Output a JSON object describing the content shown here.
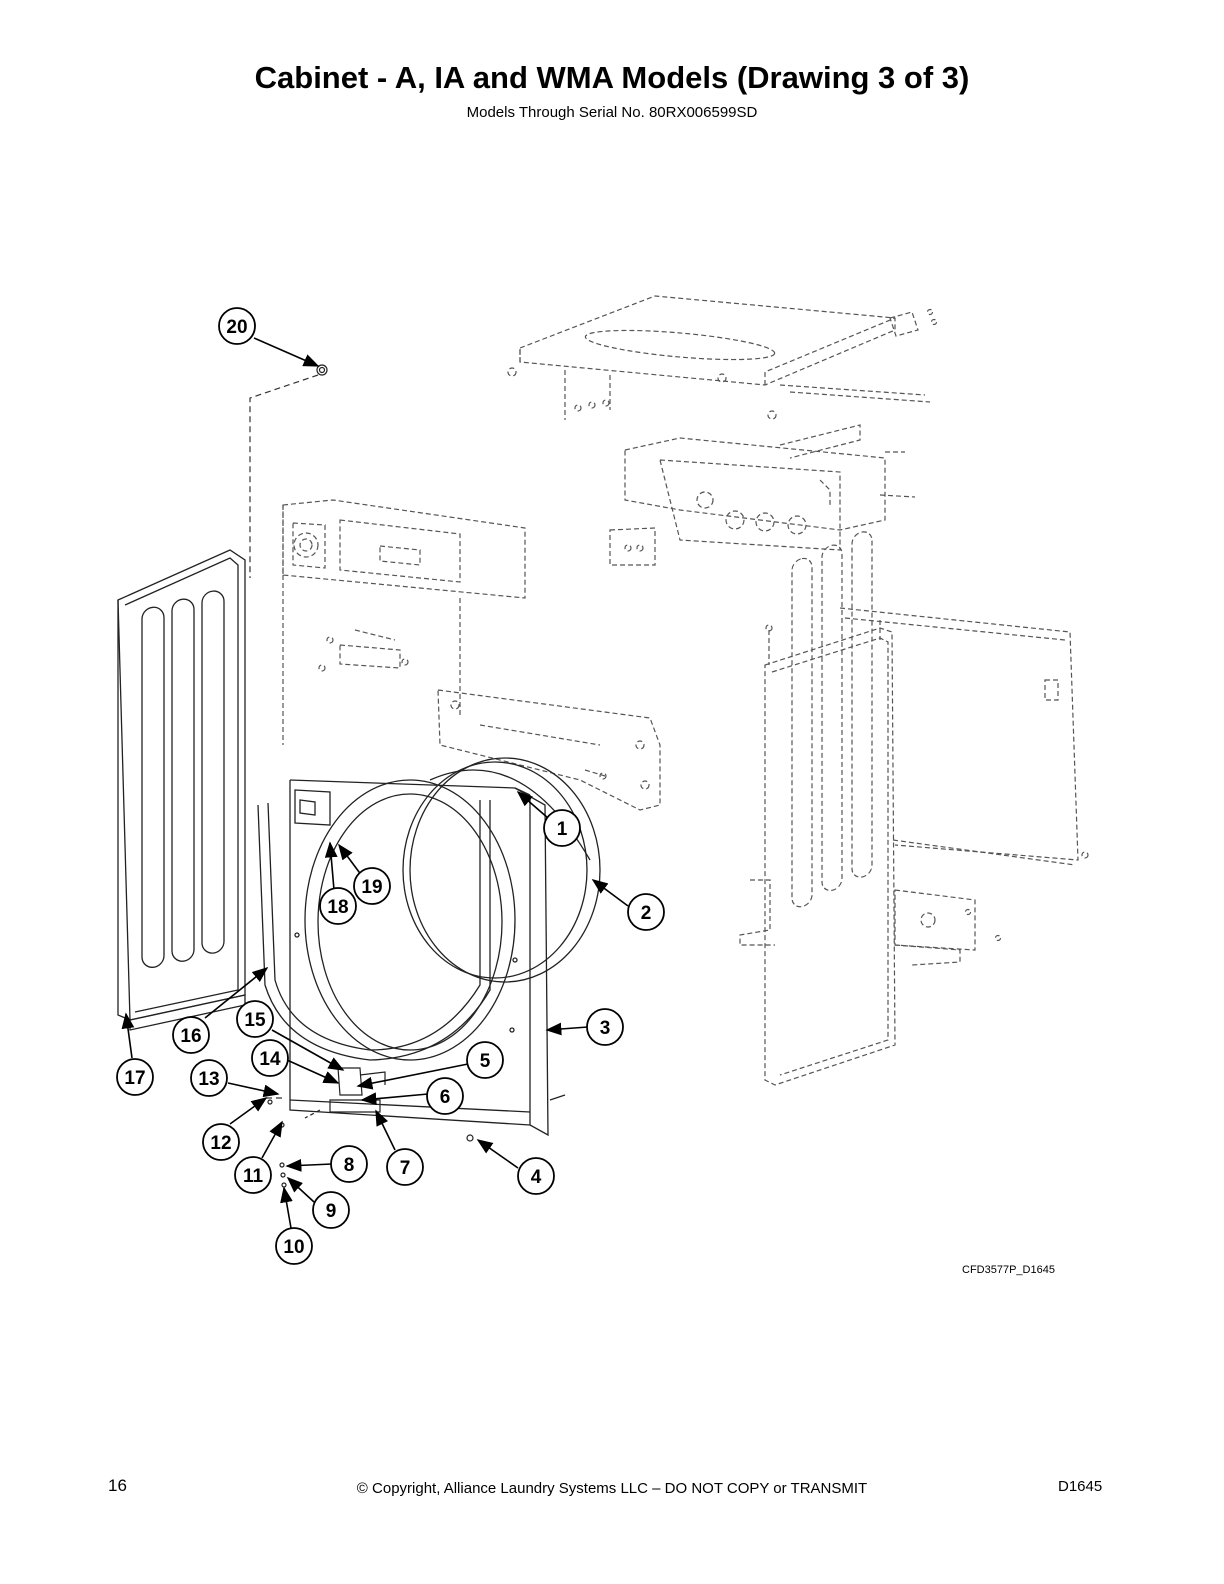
{
  "page": {
    "title": "Cabinet - A, IA and WMA Models (Drawing 3 of 3)",
    "subtitle": "Models Through Serial No. 80RX006599SD",
    "drawing_code": "CFD3577P_D1645",
    "page_number": "16",
    "copyright": "© Copyright, Alliance Laundry Systems LLC – DO NOT COPY or TRANSMIT",
    "document_id": "D1645"
  },
  "callouts": [
    "1",
    "2",
    "3",
    "4",
    "5",
    "6",
    "7",
    "8",
    "9",
    "10",
    "11",
    "12",
    "13",
    "14",
    "15",
    "16",
    "17",
    "18",
    "19",
    "20"
  ]
}
